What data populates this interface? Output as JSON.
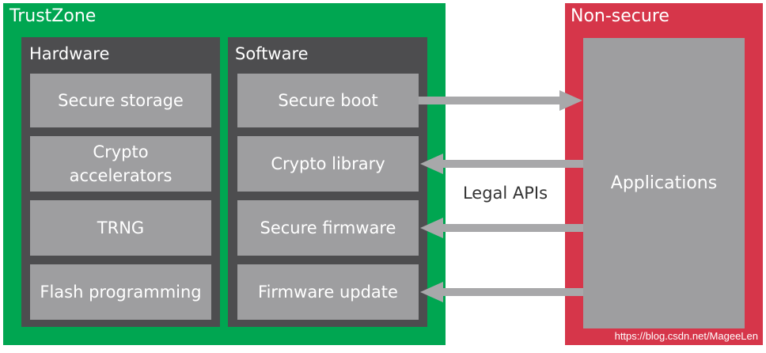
{
  "trustzone": {
    "title": "TrustZone",
    "hardware": {
      "title": "Hardware",
      "items": [
        "Secure storage",
        "Crypto\naccelerators",
        "TRNG",
        "Flash programming"
      ]
    },
    "software": {
      "title": "Software",
      "items": [
        "Secure boot",
        "Crypto library",
        "Secure firmware",
        "Firmware update"
      ]
    }
  },
  "nonsecure": {
    "title": "Non-secure",
    "applications": "Applications"
  },
  "legal_apis": "Legal APIs",
  "watermark": "https://blog.csdn.net/MageeLen",
  "colors": {
    "trustzone": "#00a651",
    "nonsecure": "#d6364a",
    "column": "#4d4d4f",
    "box": "#9e9ea0",
    "arrow": "#a8a8aa"
  },
  "arrows": [
    {
      "from": "software.secure-boot",
      "to": "nonsecure.applications"
    },
    {
      "from": "nonsecure.applications",
      "to": "software.crypto-library"
    },
    {
      "from": "nonsecure.applications",
      "to": "software.secure-firmware"
    },
    {
      "from": "nonsecure.applications",
      "to": "software.firmware-update"
    }
  ]
}
